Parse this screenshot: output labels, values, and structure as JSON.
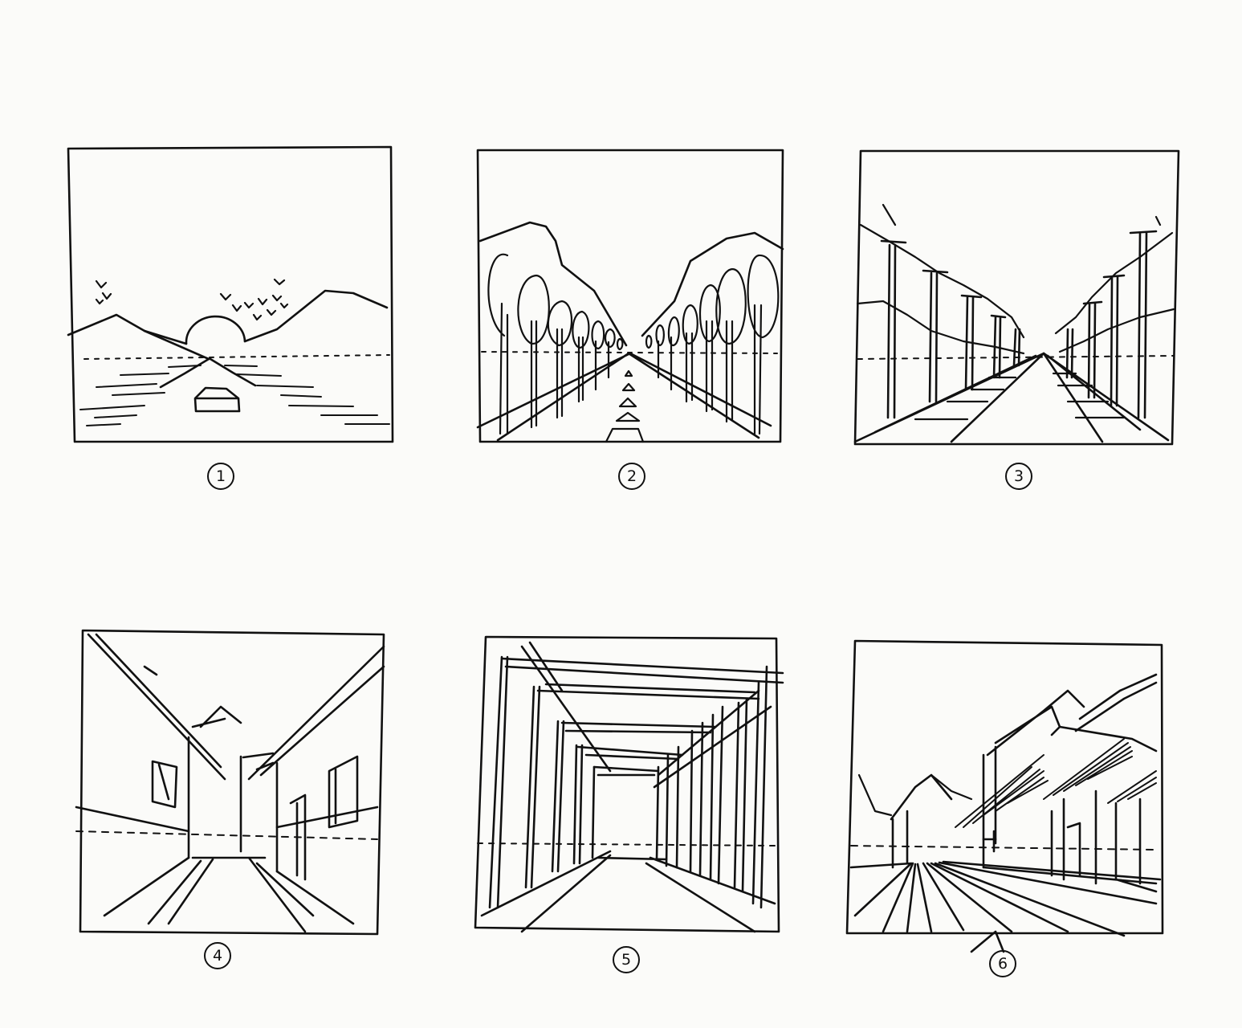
{
  "sheet": {
    "ink": "#111111",
    "paper": "#fbfbf9"
  },
  "panels": [
    {
      "label": "1",
      "subject": "road-to-horizon-with-mountains-sun-birds"
    },
    {
      "label": "2",
      "subject": "tree-lined-road-with-mountains"
    },
    {
      "label": "3",
      "subject": "street-with-utility-poles"
    },
    {
      "label": "4",
      "subject": "corridor-between-buildings"
    },
    {
      "label": "5",
      "subject": "colonnade-tunnel"
    },
    {
      "label": "6",
      "subject": "street-with-houses"
    }
  ]
}
